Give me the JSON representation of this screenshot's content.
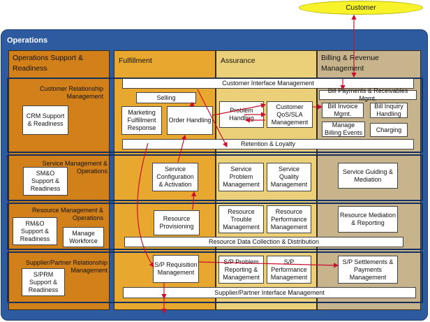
{
  "customer": "Customer",
  "operations_title": "Operations",
  "columns": {
    "support": "Operations Support & Readiness",
    "fulfillment": "Fulfillment",
    "assurance": "Assurance",
    "billing": "Billing & Revenue Management"
  },
  "rows": {
    "crm": "Customer Relationship Management",
    "service": "Service Management & Operations",
    "resource": "Resource Management & Operations",
    "supplier": "Supplier/Partner Relationship Management"
  },
  "support_boxes": {
    "crm": "CRM Support & Readiness",
    "smo": "SM&O Support & Readiness",
    "rmo": "RM&O Support & Readiness",
    "workforce": "Manage Workforce",
    "sprm": "S/PRM Support & Readiness"
  },
  "bars": {
    "customer_interface": "Customer Interface Management",
    "retention": "Retention & Loyalty",
    "resource_data": "Resource Data Collection & Distribution",
    "supplier_interface": "Supplier/Partner Interface Management"
  },
  "boxes": {
    "selling": "Selling",
    "marketing": "Marketing Fulfillment Response",
    "order": "Order Handling",
    "problem": "Problem Handling",
    "qos": "Customer QoS/SLA Management",
    "bill_payments": "Bill Payments & Receivables Mgmt.",
    "bill_invoice": "Bill Invoice Mgmt.",
    "bill_inquiry": "Bill Inquiry Handling",
    "billing_events": "Manage Billing Events",
    "charging": "Charging",
    "svc_config": "Service Configuration & Activation",
    "svc_problem": "Service Problem Management",
    "svc_quality": "Service Quality Management",
    "svc_guiding": "Service Guiding & Mediation",
    "res_prov": "Resource Provisioning",
    "res_trouble": "Resource Trouble Management",
    "res_perf": "Resource Performance Management",
    "res_mediation": "Resource Mediation & Reporting",
    "sp_requisition": "S/P Requisition Management",
    "sp_problem": "S/P Problem Reporting & Management",
    "sp_performance": "S/P Performance Management",
    "sp_settlements": "S/P Settlements & Payments Management"
  },
  "colors": {
    "frame": "#2e5aa0",
    "support": "#d2801a",
    "fulfillment": "#e8a72e",
    "assurance": "#eccf79",
    "billing": "#c7b48c",
    "customer": "#f7f22a",
    "arrow": "#c8102e"
  }
}
